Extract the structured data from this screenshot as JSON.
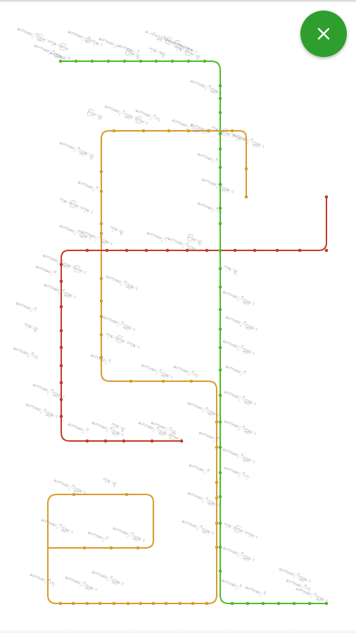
{
  "colors": {
    "green": "#4cbb28",
    "orange": "#d99a2b",
    "red": "#c0392b",
    "close_button_bg": "#2e9e2e",
    "close_button_fg": "#ffffff"
  },
  "close_button": {
    "icon": "close-icon"
  },
  "labels": [
    "ႀကၽႏုိက္ကြမ္းကုန္းတြမ္",
    "ႀကၽႏုက္ထိုးကုန္း",
    "ႀကၽႏုဝ္",
    "ႀကၽႏုိ",
    "ေက်ာက္တုိးကြမ္းကုန္း",
    "ကုန္းတြမ္းကုန္း",
    "ကုန္းစဥ္",
    "ႀကၽႏုိက္ကုန္း",
    "ႀကၽႏုိ",
    "ကြမ္းဥ္",
    "ကုန္းတြမ္းဥ္",
    "ႀကၽႏုိက္ကုန္း",
    "ႀကၽႏုိက္ကုန္းတြမ္း",
    "ႀကၽႏုိက္",
    "ကြမ္းဥ္",
    "ႀကၽႏုိက္ကုန္း",
    "ကုန္းတြမ္းကုန္း",
    "ႀကၽႏုိက္ကုန္း",
    "ႀကၽႏုိ",
    "ႀကၽႏုိက္ကုန္းဥ္",
    "ႀကၽႏုိ",
    "ႀကၽႏုိက္ကုန္း",
    "ႀကၽႏုိ",
    "ကုန္းတြမ္းကုန္း",
    "ႀကၽႏုိက္",
    "ႀကၽႏုိက္ကုန္း",
    "ႀကၽႏုိက္ကုန္း",
    "ကုန္းဥ္",
    "ႀကၽႏုိ",
    "ႀကၽႏုိက္ကုန္း",
    "ကြမ္းဥ္",
    "ႀကၽႏုိက္ကုန္းတြမ္း",
    "ႀကၽႏုိ",
    "ႀကၽႏုိက္ကုန္း",
    "ကုန္းဥ္",
    "ႀကၽႏုိက္ကုန္း",
    "ႀကၽႏုိက္ကုန္း",
    "ႀကၽႏုိက္ကုန္း",
    "ႀကၽႏုိ",
    "ႀကၽႏုိက္ကုန္း",
    "ႀကၽႏုိက္ကုန္း",
    "ႀကၽႏုိ",
    "ကုန္းဥ္",
    "ႀကၽႏုိက္",
    "ႀကၽႏုိက္ကုန္း",
    "ကုန္းတြမ္းကုန္း",
    "ႀကၽႏုိ",
    "ႀကၽႏုိက္ကုန္း",
    "ႀကၽႏုိက္",
    "ႀကၽႏုိက္ကုန္း",
    "ႀကၽႏုိက္ကုန္း",
    "ႀကၽႏုိ",
    "ႀကၽႏုိက္ကုန္း",
    "ကုန္းဥ္",
    "ႀကၽႏုိက္ကုန္းတြမ္း",
    "ႀကၽႏုိက္",
    "ႀကၽႏုိက္ကုန္း",
    "ႀကၽႏုိ",
    "ႀကၽႏုိက္ကုန္း",
    "ႀကၽႏုိက္ကုန္း",
    "ႀကၽႏုိ",
    "ႀကၽႏုိက္ကုန္း",
    "ႀကၽႏုိက္",
    "ႀကၽႏုိက္ကုန္း",
    "ကုန္းတြမ္းကုန္း",
    "ႀကၽႏုိက္ကုန္း",
    "ႀကၽႏုိ",
    "ႀကၽႏုိက္ကုန္း",
    "ႀကၽႏုိက္",
    "ႀကၽႏုိက္ကုန္း",
    "ႀကၽႏုိ",
    "ႀကၽႏုိက္ကုန္း",
    "ကုန္းဥ္",
    "ႀကၽႏုိက္ကုန္း",
    "ႀကၽႏုိ",
    "ႀကၽႏုိက္ကုန္း",
    "ႀကၽႏုိက္",
    "ႀကၽႏုိက္ကုန္း",
    "ႀကၽႏုိက္ကုန္း"
  ]
}
